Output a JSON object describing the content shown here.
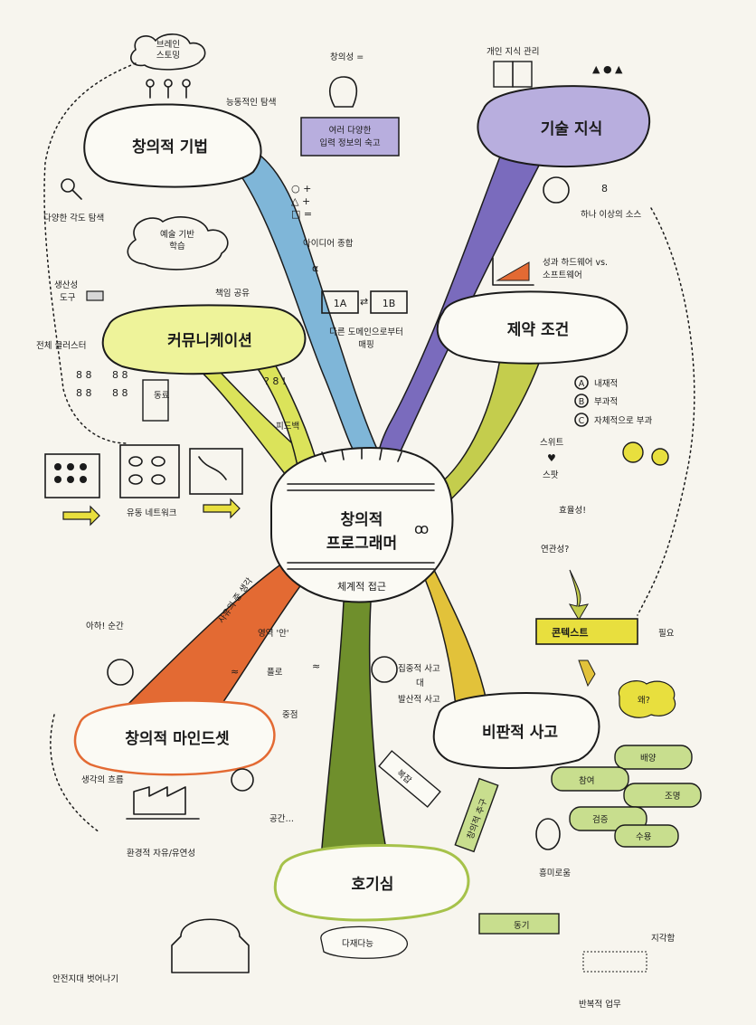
{
  "center": {
    "title_line1": "창의적",
    "title_line2": "프로그래머",
    "subtitle": "체계적 접근"
  },
  "hubs": {
    "creative_technique": "창의적 기법",
    "technical_knowledge": "기술 지식",
    "communication": "커뮤니케이션",
    "constraints": "제약 조건",
    "creative_mindset": "창의적 마인드셋",
    "critical_thinking": "비판적 사고",
    "curiosity": "호기심"
  },
  "labels": {
    "brainstorm": "브레인\n스토밍",
    "active_search": "능동적인 탐색",
    "creativity_eq": "창의성 =",
    "fermentation": "여러 다양한\n입력 정보의 숙고",
    "various_angles": "다양한 각도 탐색",
    "art_learning": "예술 기반\n학습",
    "idea_synthesis": "아이디어 종합",
    "book_share": "책임 공유",
    "productivity_tool": "생산성\n도구",
    "cluster": "전체 클러스터",
    "colleague": "동료",
    "feedback": "피드백",
    "domain_map_a": "1A",
    "domain_map_b": "1B",
    "domain_mapping": "다른 도메인으로부터\n매핑",
    "flow_network": "유동 네트워크",
    "personal_knowledge": "개인 지식 관리",
    "one_or_more_source": "하나 이상의 소스",
    "perf_hw_sw": "성과 하드웨어 vs.\n소프트웨어",
    "internal": "내재적",
    "imposed": "부과적",
    "self_imposed": "자체적으로 부과",
    "sweet_spot_1": "스위트",
    "sweet_spot_2": "스팟",
    "efficiency": "효율성!",
    "relevance": "연관성?",
    "context": "콘텍스트",
    "needed": "필요",
    "why": "왜?",
    "aha": "아하! 순간",
    "thoughts_jar": "사유의 중 생각",
    "zone_in": "영역 '안'",
    "flow": "플로",
    "focus": "중점",
    "thought_flow": "생각의 흐름",
    "env_freedom": "환경적 자유/유연성",
    "space": "공간…",
    "convergent": "집중적 사고",
    "versus": "대",
    "divergent": "발산적 사고",
    "complexity": "복잡",
    "creative_pursuit": "창의적 추구",
    "consideration": "배양",
    "participation": "참여",
    "lighting": "조명",
    "verification": "검증",
    "acceptance": "수용",
    "fun": "흥미로움",
    "motivation": "동기",
    "tamagochi": "다재다능",
    "leave_comfort": "안전지대 벗어나기",
    "repetitive": "반복적 업무",
    "perception": "지각함",
    "constraint_opt_a": "A",
    "constraint_opt_b": "B",
    "constraint_opt_c": "C"
  },
  "colors": {
    "paper": "#f7f5ee",
    "blue_branch": "#7fb6d8",
    "purple_branch": "#7a6bbd",
    "yellow_branch": "#dbe35a",
    "olive_branch": "#c4cd4d",
    "orange_branch": "#e36a33",
    "darkgreen_branch": "#6f8f2c",
    "gold_branch": "#e2c23a",
    "lavender": "#b8aede",
    "lightgreen": "#c8de8e",
    "context_box": "#e8df3e"
  }
}
